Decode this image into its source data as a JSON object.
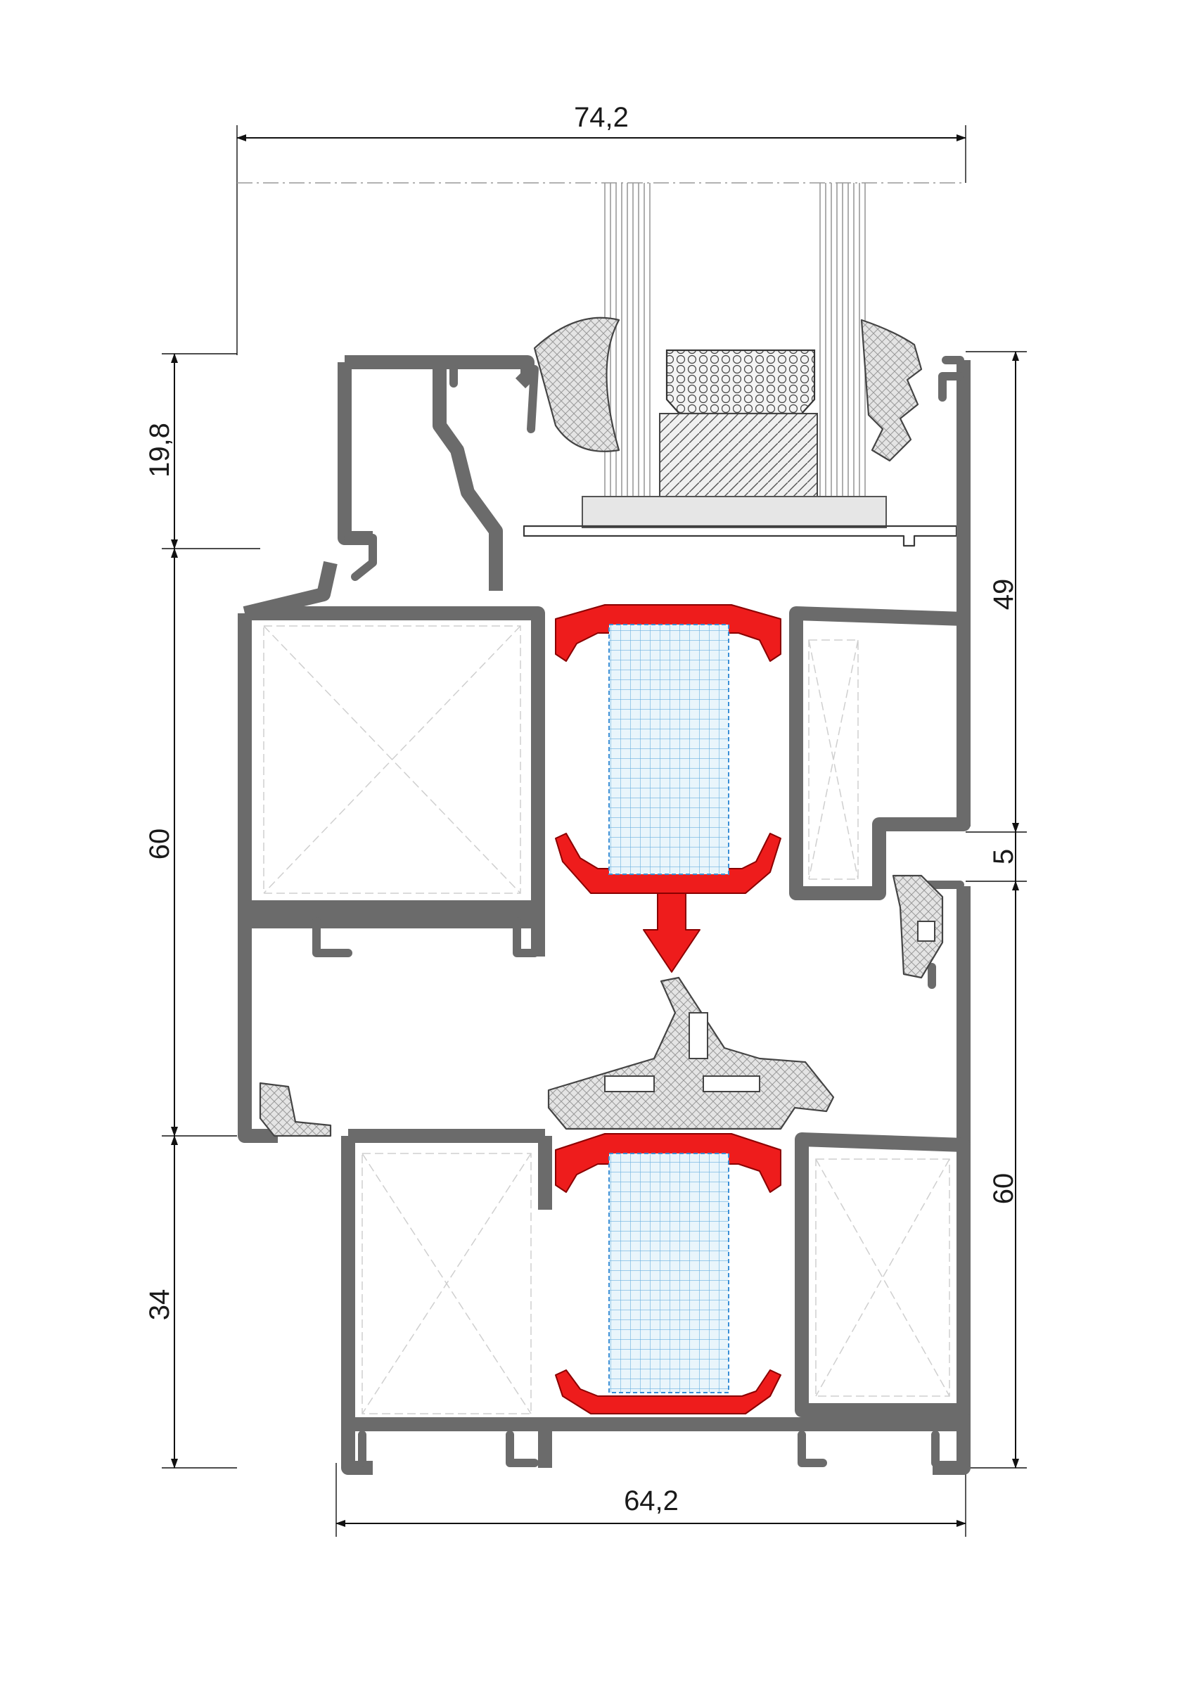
{
  "dimensions": {
    "top_width": "74,2",
    "bottom_width": "64,2",
    "left_upper": "19,8",
    "left_middle": "60",
    "left_lower": "34",
    "right_upper": "49",
    "right_gap": "5",
    "right_lower": "60"
  },
  "colors": {
    "aluminium": "#6b6b6b",
    "thermal_break": "#ee1c1c",
    "insulation_grid": "#3b8fd6",
    "gasket_hatch": "#9a9a9a"
  }
}
